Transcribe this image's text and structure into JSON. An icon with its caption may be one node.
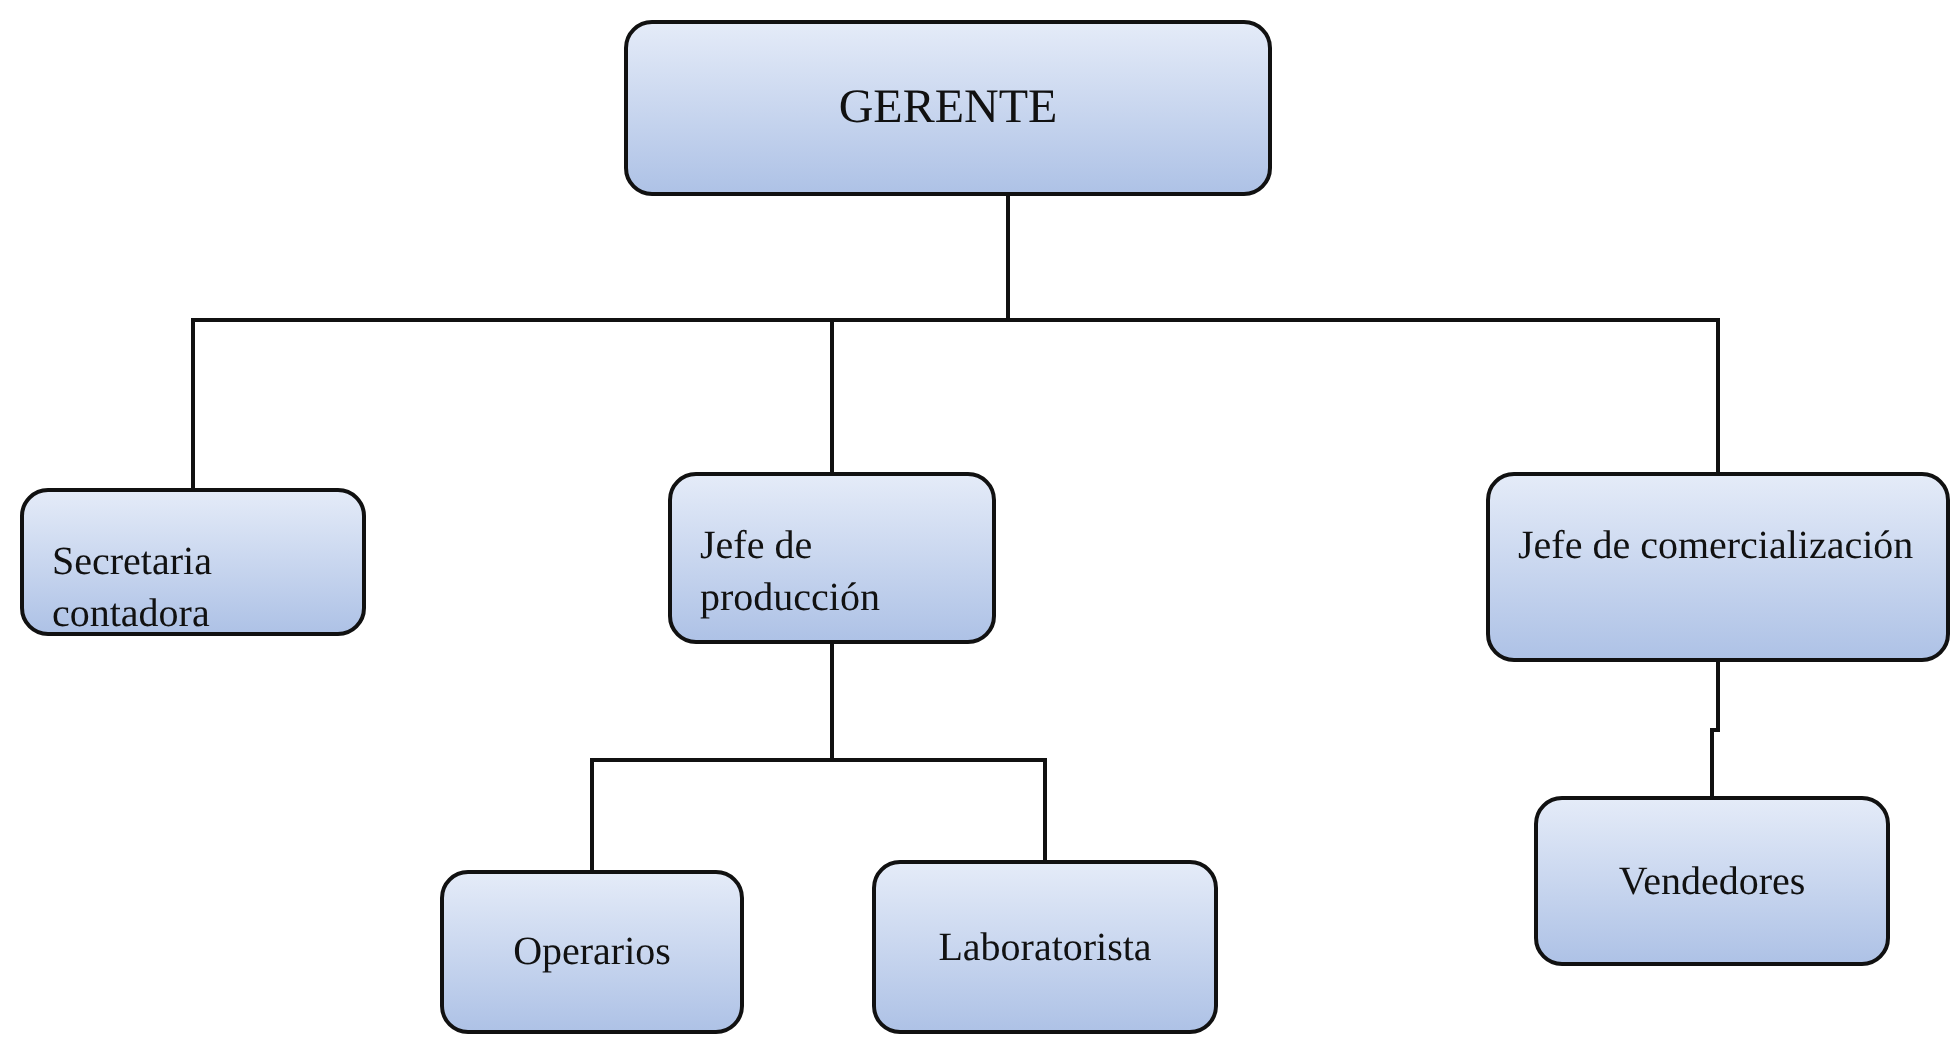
{
  "diagram": {
    "nodes": [
      {
        "text": [
          "GERENTE"
        ]
      },
      {
        "text": [
          "Secretaria contadora"
        ]
      },
      {
        "text": [
          "Jefe de producción"
        ]
      },
      {
        "text": [
          "Jefe de comercialización"
        ]
      },
      {
        "text": [
          "Operarios"
        ]
      },
      {
        "text": [
          "Laboratorista"
        ]
      },
      {
        "text": [
          "Vendedores"
        ]
      }
    ],
    "edges": [
      {
        "from": 0,
        "to": 1,
        "arrow": "none"
      },
      {
        "from": 0,
        "to": 2,
        "arrow": "none"
      },
      {
        "from": 0,
        "to": 3,
        "arrow": "none"
      },
      {
        "from": 2,
        "to": 4,
        "arrow": "none"
      },
      {
        "from": 2,
        "to": 5,
        "arrow": "none"
      },
      {
        "from": 3,
        "to": 6,
        "arrow": "none"
      }
    ]
  }
}
